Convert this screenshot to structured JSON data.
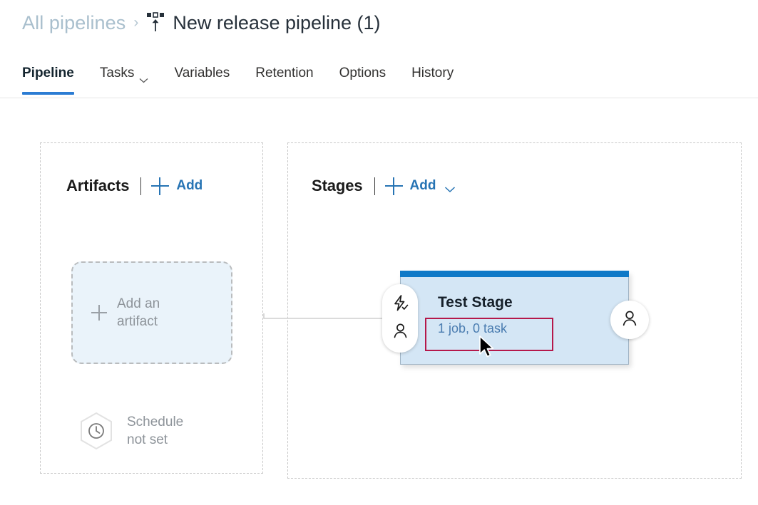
{
  "breadcrumb": {
    "root_label": "All pipelines",
    "separator": "›",
    "icon": "release-pipeline-icon",
    "current_label": "New release pipeline (1)"
  },
  "tabs": [
    {
      "label": "Pipeline",
      "active": true,
      "has_chevron": false
    },
    {
      "label": "Tasks",
      "active": false,
      "has_chevron": true
    },
    {
      "label": "Variables",
      "active": false,
      "has_chevron": false
    },
    {
      "label": "Retention",
      "active": false,
      "has_chevron": false
    },
    {
      "label": "Options",
      "active": false,
      "has_chevron": false
    },
    {
      "label": "History",
      "active": false,
      "has_chevron": false
    }
  ],
  "artifacts": {
    "title": "Artifacts",
    "add_label": "Add",
    "add_card_text": "Add an\nartifact",
    "schedule_text": "Schedule\nnot set",
    "schedule_icon": "clock-icon"
  },
  "stages": {
    "title": "Stages",
    "add_label": "Add",
    "stage": {
      "name": "Test Stage",
      "summary": "1 job, 0 task",
      "pre_deployment_icons": [
        "lightning-check-icon",
        "person-icon"
      ],
      "post_deployment_icons": [
        "person-icon"
      ]
    }
  },
  "colors": {
    "accent_blue": "#2774b4",
    "tab_underline": "#2b7cd3",
    "stage_topbar": "#0f79c7",
    "stage_body": "#d4e6f5",
    "breadcrumb_link": "#a9bfcd",
    "muted_text": "#8d9399",
    "highlight_red": "#b5184a",
    "artifact_card_fill": "#eaf3fa"
  }
}
